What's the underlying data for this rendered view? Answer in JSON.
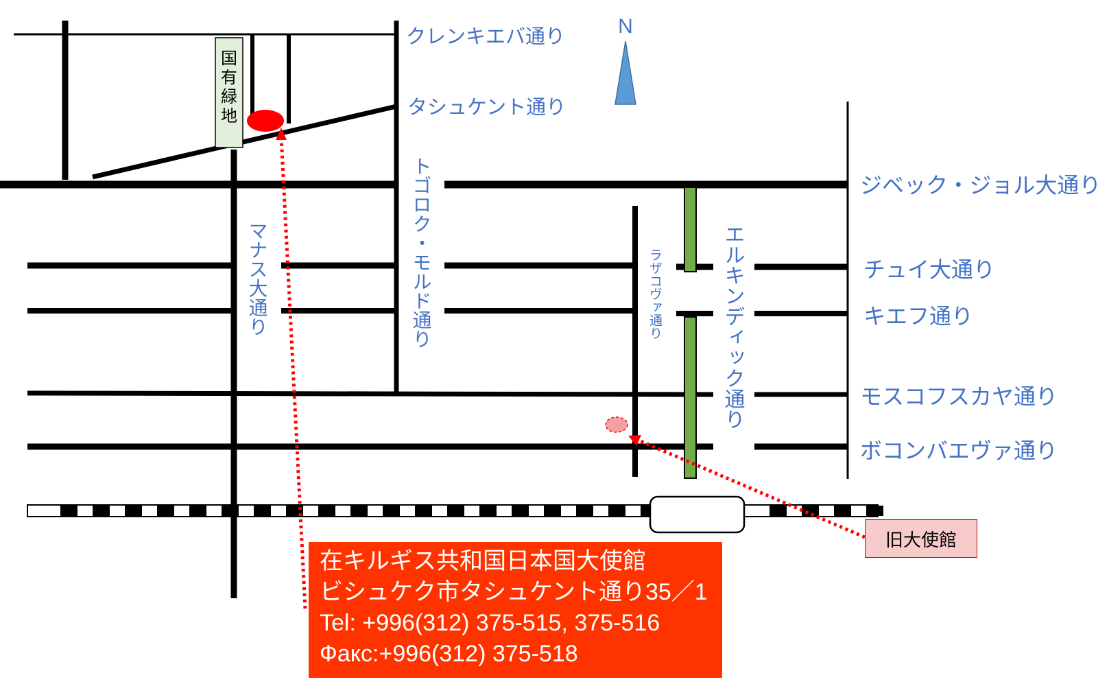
{
  "north_label": "N",
  "park_label": [
    "国",
    "有",
    "緑",
    "地"
  ],
  "streets_horizontal": {
    "klenkieva": "クレンキエバ通り",
    "tashkent": "タシュケント通り",
    "zhibek_zholu": "ジベック・ジョル大通り",
    "chui": "チュイ大通り",
    "kiev": "キエフ通り",
    "moskovskaya": "モスコフスカヤ通り",
    "bokonbaeva": "ボコンバエヴァ通り"
  },
  "streets_vertical": {
    "manas": "マナス大通り",
    "togolok_moldo": "トゴロク・モルド通り",
    "razzakova": "ラザコヴァ通り",
    "erkindik": "エルキンディック通り"
  },
  "embassy": {
    "name": "在キルギス共和国日本国大使館",
    "address": "ビシュケク市タシュケント通り35／1",
    "tel": "Tel: +996(312) 375-515, 375-516",
    "fax": "Факс:+996(312) 375-518"
  },
  "old_embassy": "旧大使館",
  "colors": {
    "road": "#000000",
    "label": "#4472C4",
    "embassy_marker": "#FF0000",
    "embassy_box": "#FF3300",
    "old_embassy_marker": "#F4A0A0",
    "old_embassy_box": "#F8CBCB",
    "park": "#E2EFDA",
    "green_strip": "#70AD47",
    "leader_line": "#FF0000"
  }
}
